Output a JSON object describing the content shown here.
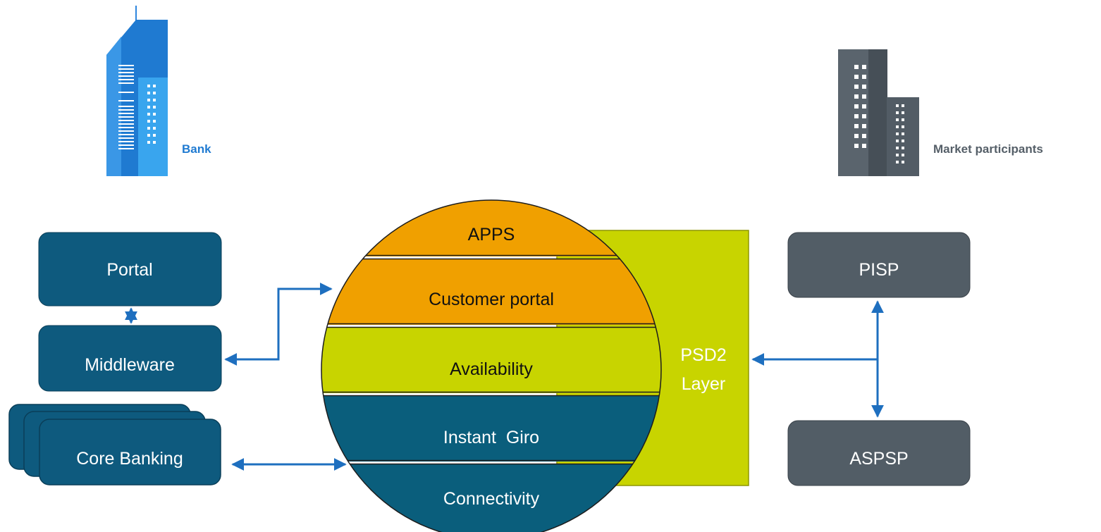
{
  "bank": {
    "label": "Bank"
  },
  "market": {
    "label": "Market participants"
  },
  "left_boxes": {
    "portal": "Portal",
    "middleware": "Middleware",
    "core_banking": "Core Banking"
  },
  "right_boxes": {
    "pisp": "PISP",
    "aspsp": "ASPSP"
  },
  "psd2": {
    "line1": "PSD2",
    "line2": "Layer"
  },
  "layers": {
    "apps": "APPS",
    "customer_portal": "Customer portal",
    "availability": "Availability",
    "instant_giro": "Instant  Giro",
    "connectivity": "Connectivity"
  },
  "colors": {
    "bank_blue": "#1f7ad1",
    "box_blue": "#0e5a7e",
    "box_gray": "#525d66",
    "orange": "#f0a000",
    "lime": "#c8d400",
    "teal": "#0a5e7c",
    "arrow": "#1e6fbf"
  }
}
